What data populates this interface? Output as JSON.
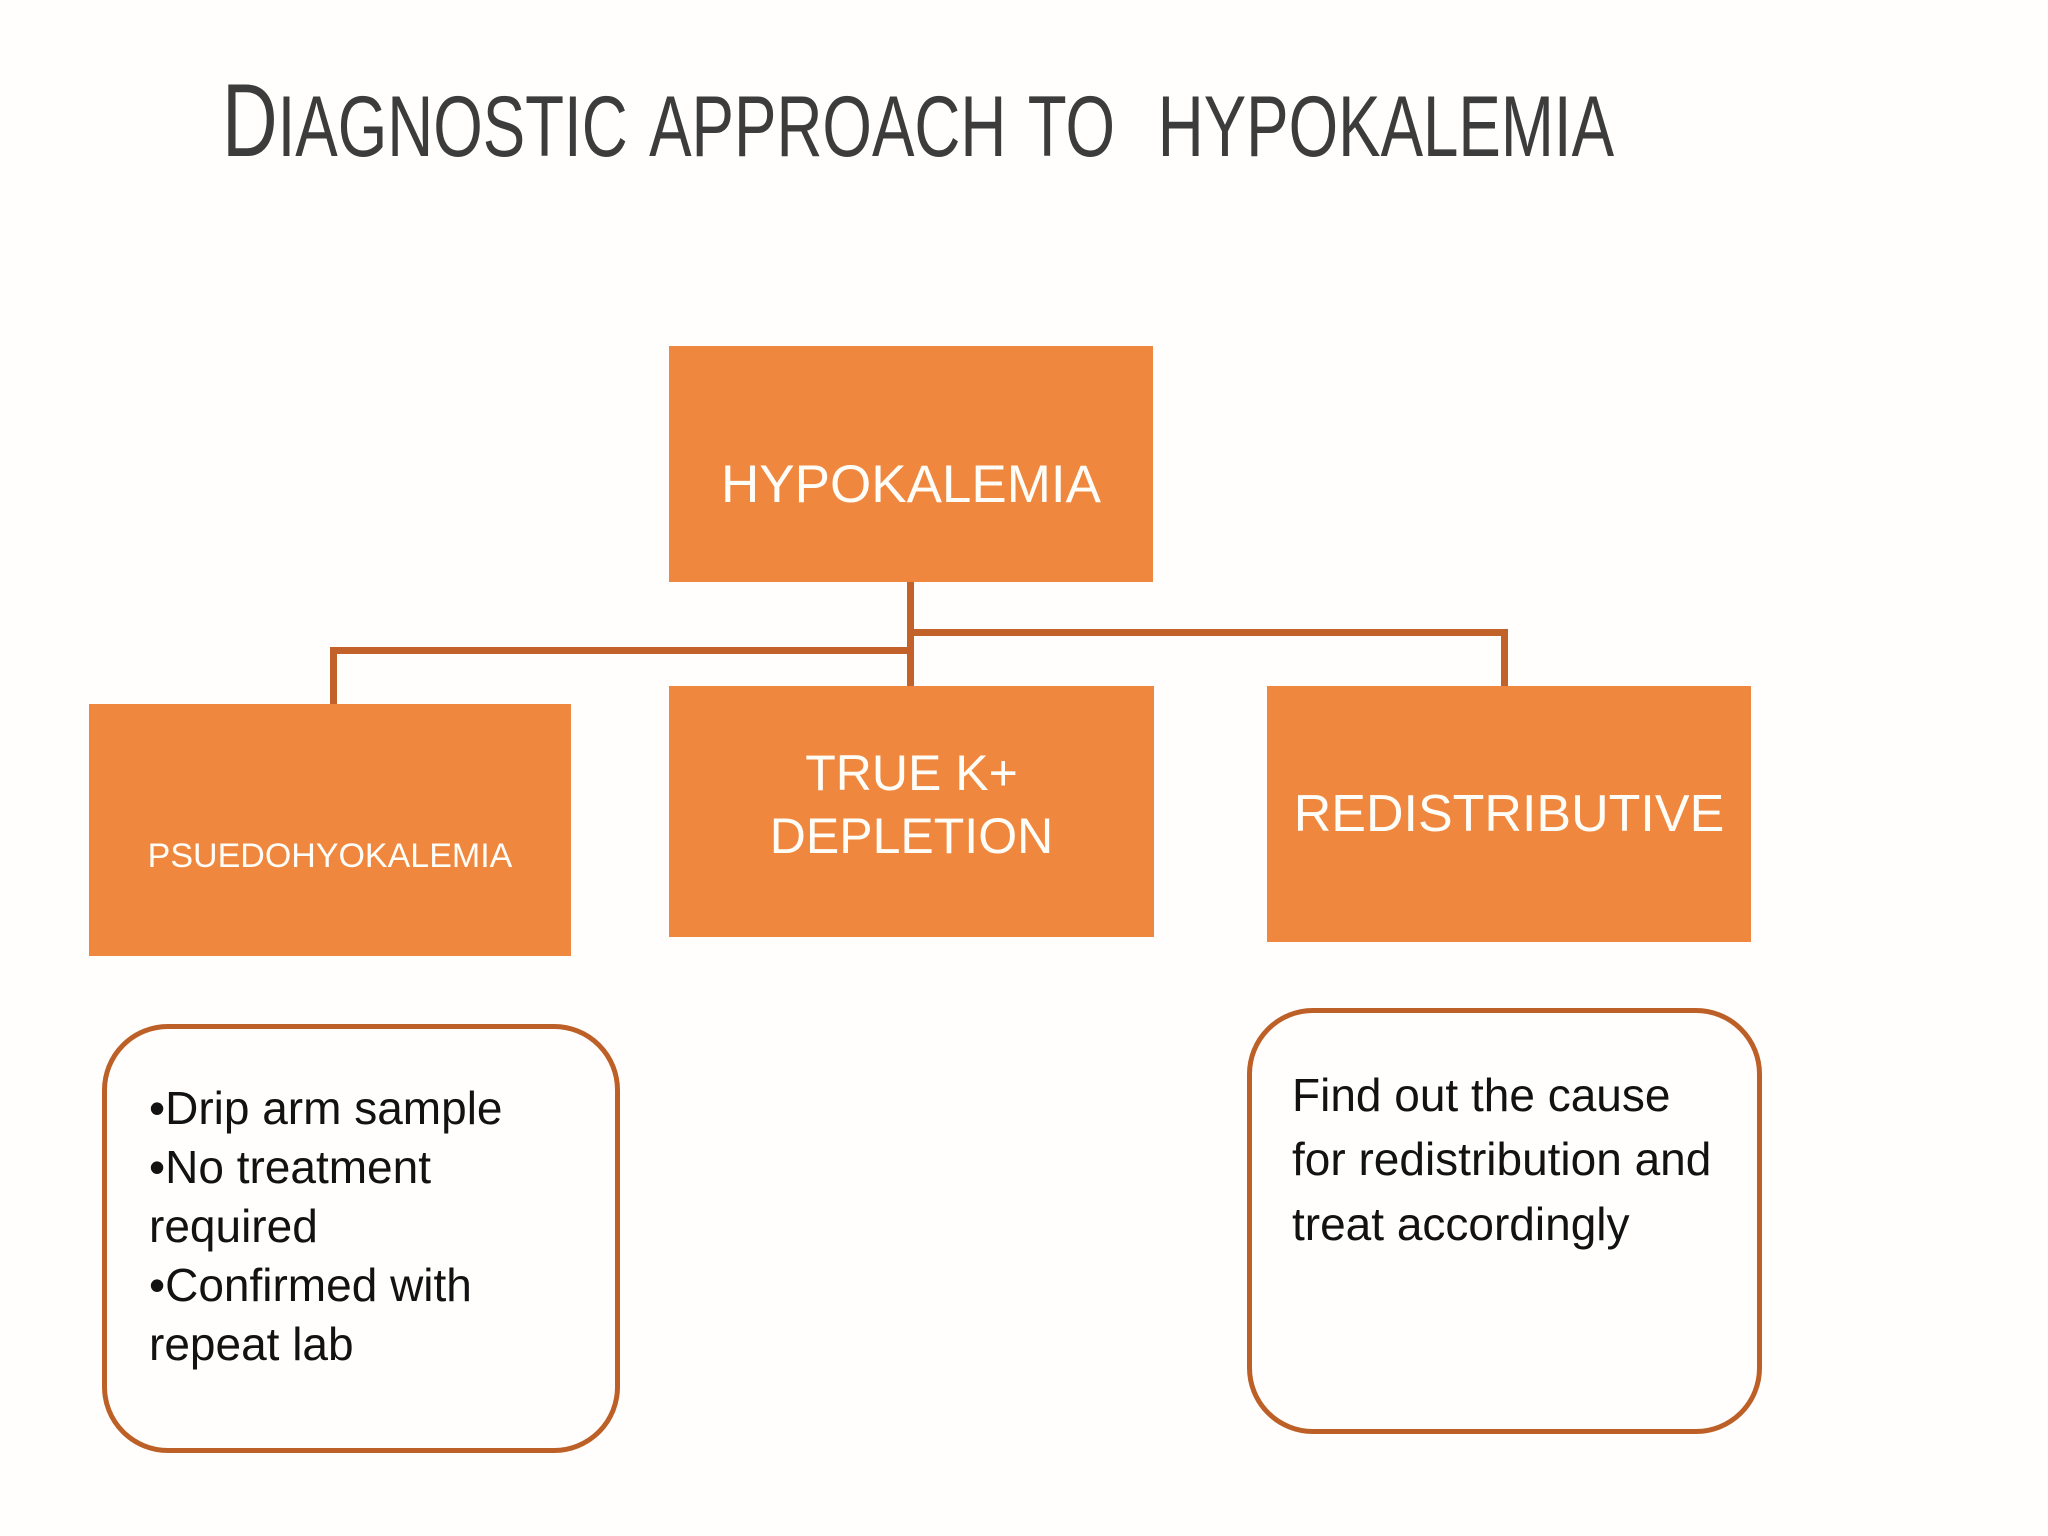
{
  "slide": {
    "title": "Diagnostic approach to  hypokalemia",
    "colors": {
      "background": "#fffefd",
      "title_text": "#3c3c3c",
      "node_fill": "#f0873e",
      "node_text": "#fffdf8",
      "connector": "#c3612a",
      "callout_border": "#bd6027",
      "body_text": "#121212"
    }
  },
  "diagram": {
    "root": {
      "label": "HYPOKALEMIA"
    },
    "children": [
      {
        "label": "PSUEDOHYOKALEMIA"
      },
      {
        "label": "TRUE K+\nDEPLETION"
      },
      {
        "label": "REDISTRIBUTIVE"
      }
    ]
  },
  "callouts": {
    "pseudohypokalemia": {
      "bullets": [
        "•Drip arm sample",
        "•No treatment required",
        "•Confirmed with repeat lab"
      ]
    },
    "redistributive": {
      "text": "Find out the cause for redistribution and treat accordingly"
    }
  }
}
